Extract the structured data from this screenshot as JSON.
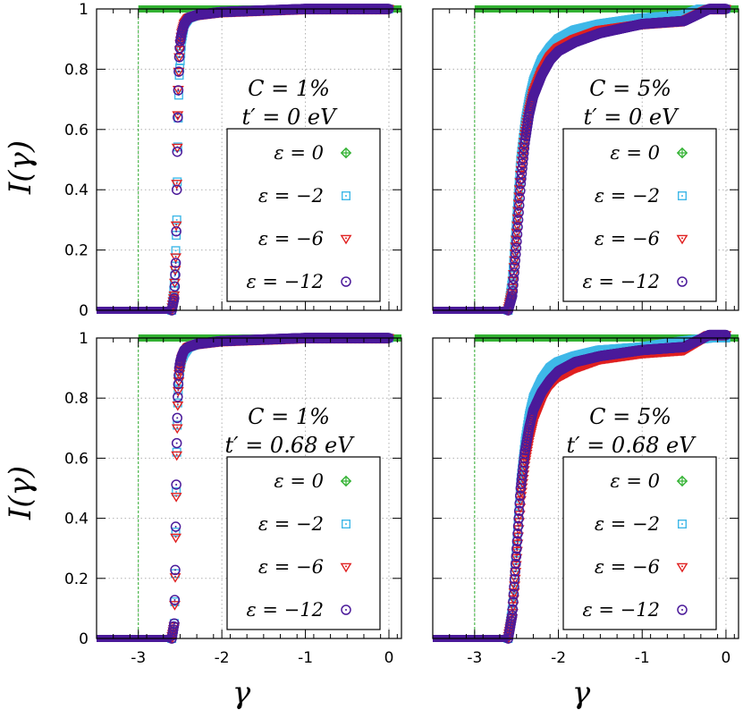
{
  "figure": {
    "ylabel": "I(γ)",
    "xlabel": "γ"
  },
  "legend": {
    "entries": [
      {
        "label": "ε = 0",
        "marker": "diamond-plus",
        "color": "#33b233"
      },
      {
        "label": "ε = −2",
        "marker": "square-dot",
        "color": "#3fb8e8"
      },
      {
        "label": "ε = −6",
        "marker": "triangle-down-dot",
        "color": "#e02020"
      },
      {
        "label": "ε = −12",
        "marker": "circle-dot",
        "color": "#4b1a9a"
      }
    ]
  },
  "chart_data": [
    {
      "type": "scatter",
      "panel": "top-left",
      "annotation": [
        "C = 1%",
        "t′ = 0 eV"
      ],
      "xlim": [
        -3.5,
        0.15
      ],
      "ylim": [
        0,
        1
      ],
      "xticks": [
        -3,
        -2,
        -1,
        0
      ],
      "xtick_labels_shown": false,
      "yticks": [
        0,
        0.2,
        0.4,
        0.6,
        0.8,
        1
      ],
      "ytick_labels": [
        "0",
        "0.2",
        "0.4",
        "0.6",
        "0.8",
        "1"
      ],
      "grid": true,
      "legend_position": "lower-right",
      "series": [
        {
          "name": "ε = 0",
          "x": [
            -3.0,
            -2.9,
            -2.5,
            -2.0,
            -1.5,
            -1.0,
            -0.5,
            0.0
          ],
          "y": [
            1,
            1,
            1,
            1,
            1,
            1,
            1,
            1
          ]
        },
        {
          "name": "ε = −2",
          "x": [
            -2.6,
            -2.58,
            -2.56,
            -2.54,
            -2.53,
            -2.52,
            -2.51,
            -2.5,
            -2.48,
            -2.45,
            -2.4,
            -2.3,
            -2.0,
            -1.0,
            0.0
          ],
          "y": [
            0.0,
            0.05,
            0.13,
            0.3,
            0.51,
            0.67,
            0.78,
            0.82,
            0.9,
            0.95,
            0.97,
            0.98,
            0.99,
            1.0,
            1.0
          ]
        },
        {
          "name": "ε = −6",
          "x": [
            -2.6,
            -2.57,
            -2.55,
            -2.54,
            -2.53,
            -2.52,
            -2.51,
            -2.5,
            -2.48,
            -2.45,
            -2.4,
            -2.3,
            -2.0,
            -1.0,
            0.0
          ],
          "y": [
            0.0,
            0.05,
            0.19,
            0.42,
            0.62,
            0.76,
            0.84,
            0.88,
            0.92,
            0.95,
            0.97,
            0.98,
            0.99,
            1.0,
            1.0
          ]
        },
        {
          "name": "ε = −12",
          "x": [
            -2.6,
            -2.57,
            -2.55,
            -2.54,
            -2.53,
            -2.52,
            -2.51,
            -2.5,
            -2.48,
            -2.45,
            -2.4,
            -2.3,
            -2.0,
            -1.0,
            0.0
          ],
          "y": [
            0.0,
            0.04,
            0.17,
            0.4,
            0.61,
            0.76,
            0.84,
            0.89,
            0.92,
            0.95,
            0.97,
            0.98,
            0.99,
            1.0,
            1.0
          ]
        }
      ]
    },
    {
      "type": "scatter",
      "panel": "top-right",
      "annotation": [
        "C = 5%",
        "t′ = 0 eV"
      ],
      "xlim": [
        -3.5,
        0.15
      ],
      "ylim": [
        0,
        1
      ],
      "xticks": [
        -3,
        -2,
        -1,
        0
      ],
      "xtick_labels_shown": false,
      "yticks": [
        0,
        0.2,
        0.4,
        0.6,
        0.8,
        1
      ],
      "ytick_labels_shown": false,
      "grid": true,
      "legend_position": "lower-right",
      "series": [
        {
          "name": "ε = 0",
          "x": [
            -3.0,
            -2.9,
            -2.5,
            -2.0,
            -1.5,
            -1.0,
            -0.5,
            0.0
          ],
          "y": [
            1,
            1,
            1,
            1,
            1,
            1,
            1,
            1
          ]
        },
        {
          "name": "ε = −2",
          "x": [
            -2.6,
            -2.55,
            -2.5,
            -2.45,
            -2.4,
            -2.35,
            -2.3,
            -2.2,
            -2.1,
            -2.0,
            -1.8,
            -1.5,
            -1.0,
            -0.5,
            -0.3,
            0.0
          ],
          "y": [
            0.0,
            0.1,
            0.3,
            0.5,
            0.62,
            0.7,
            0.76,
            0.83,
            0.87,
            0.9,
            0.93,
            0.95,
            0.97,
            0.98,
            1.0,
            1.0
          ]
        },
        {
          "name": "ε = −6",
          "x": [
            -2.6,
            -2.55,
            -2.5,
            -2.45,
            -2.4,
            -2.35,
            -2.3,
            -2.2,
            -2.1,
            -2.0,
            -1.8,
            -1.5,
            -1.0,
            -0.5,
            -0.2,
            0.0
          ],
          "y": [
            0.0,
            0.06,
            0.25,
            0.45,
            0.58,
            0.66,
            0.72,
            0.79,
            0.84,
            0.87,
            0.9,
            0.93,
            0.95,
            0.96,
            1.0,
            1.0
          ]
        },
        {
          "name": "ε = −12",
          "x": [
            -2.6,
            -2.55,
            -2.5,
            -2.45,
            -2.4,
            -2.35,
            -2.3,
            -2.2,
            -2.1,
            -2.0,
            -1.8,
            -1.5,
            -1.0,
            -0.5,
            -0.2,
            0.0
          ],
          "y": [
            0.0,
            0.05,
            0.22,
            0.42,
            0.56,
            0.65,
            0.71,
            0.78,
            0.83,
            0.86,
            0.89,
            0.92,
            0.95,
            0.96,
            1.0,
            1.0
          ]
        }
      ]
    },
    {
      "type": "scatter",
      "panel": "bottom-left",
      "annotation": [
        "C = 1%",
        "t′ = 0.68 eV"
      ],
      "xlim": [
        -3.5,
        0.15
      ],
      "ylim": [
        0,
        1
      ],
      "xticks": [
        -3,
        -2,
        -1,
        0
      ],
      "xtick_labels": [
        "-3",
        "-2",
        "-1",
        "0"
      ],
      "yticks": [
        0,
        0.2,
        0.4,
        0.6,
        0.8,
        1
      ],
      "ytick_labels": [
        "0",
        "0.2",
        "0.4",
        "0.6",
        "0.8",
        "1"
      ],
      "grid": true,
      "legend_position": "lower-right",
      "series": [
        {
          "name": "ε = 0",
          "x": [
            -3.0,
            -2.9,
            -2.5,
            -2.0,
            -1.5,
            -1.0,
            -0.5,
            0.0
          ],
          "y": [
            1,
            1,
            1,
            1,
            1,
            1,
            1,
            1
          ]
        },
        {
          "name": "ε = −2",
          "x": [
            -2.6,
            -2.57,
            -2.56,
            -2.55,
            -2.54,
            -2.53,
            -2.52,
            -2.51,
            -2.5,
            -2.48,
            -2.45,
            -2.4,
            -2.3,
            -2.0,
            -1.0,
            0.0
          ],
          "y": [
            0.0,
            0.05,
            0.17,
            0.4,
            0.62,
            0.77,
            0.84,
            0.88,
            0.9,
            0.93,
            0.95,
            0.97,
            0.98,
            0.99,
            1.0,
            1.0
          ]
        },
        {
          "name": "ε = −6",
          "x": [
            -2.6,
            -2.57,
            -2.56,
            -2.55,
            -2.54,
            -2.53,
            -2.52,
            -2.51,
            -2.5,
            -2.48,
            -2.45,
            -2.4,
            -2.3,
            -2.0,
            -1.0,
            0.0
          ],
          "y": [
            0.0,
            0.04,
            0.16,
            0.38,
            0.61,
            0.76,
            0.84,
            0.88,
            0.9,
            0.93,
            0.95,
            0.97,
            0.98,
            0.99,
            1.0,
            1.0
          ]
        },
        {
          "name": "ε = −12",
          "x": [
            -2.6,
            -2.57,
            -2.56,
            -2.55,
            -2.54,
            -2.53,
            -2.52,
            -2.51,
            -2.5,
            -2.48,
            -2.45,
            -2.4,
            -2.3,
            -2.0,
            -1.0,
            0.0
          ],
          "y": [
            0.0,
            0.05,
            0.18,
            0.42,
            0.65,
            0.79,
            0.86,
            0.9,
            0.92,
            0.94,
            0.96,
            0.97,
            0.98,
            0.99,
            1.0,
            1.0
          ]
        }
      ]
    },
    {
      "type": "scatter",
      "panel": "bottom-right",
      "annotation": [
        "C = 5%",
        "t′ = 0.68 eV"
      ],
      "xlim": [
        -3.5,
        0.15
      ],
      "ylim": [
        0,
        1
      ],
      "xticks": [
        -3,
        -2,
        -1,
        0
      ],
      "xtick_labels": [
        "-3",
        "-2",
        "-1",
        "0"
      ],
      "yticks": [
        0,
        0.2,
        0.4,
        0.6,
        0.8,
        1
      ],
      "ytick_labels_shown": false,
      "grid": true,
      "legend_position": "lower-right",
      "series": [
        {
          "name": "ε = 0",
          "x": [
            -3.0,
            -2.9,
            -2.5,
            -2.0,
            -1.5,
            -1.0,
            -0.5,
            0.0
          ],
          "y": [
            1,
            1,
            1,
            1,
            1,
            1,
            1,
            1
          ]
        },
        {
          "name": "ε = −2",
          "x": [
            -2.6,
            -2.55,
            -2.5,
            -2.45,
            -2.4,
            -2.35,
            -2.3,
            -2.2,
            -2.1,
            -2.0,
            -1.8,
            -1.5,
            -1.0,
            -0.5,
            -0.2,
            0.0
          ],
          "y": [
            0.0,
            0.1,
            0.3,
            0.52,
            0.65,
            0.74,
            0.8,
            0.86,
            0.9,
            0.92,
            0.94,
            0.96,
            0.97,
            0.99,
            1.0,
            1.0
          ]
        },
        {
          "name": "ε = −6",
          "x": [
            -2.6,
            -2.55,
            -2.5,
            -2.45,
            -2.4,
            -2.35,
            -2.3,
            -2.2,
            -2.1,
            -2.0,
            -1.8,
            -1.5,
            -1.0,
            -0.5,
            -0.2,
            0.0
          ],
          "y": [
            0.0,
            0.07,
            0.26,
            0.46,
            0.58,
            0.66,
            0.72,
            0.79,
            0.84,
            0.87,
            0.9,
            0.93,
            0.95,
            0.96,
            1.01,
            1.01
          ]
        },
        {
          "name": "ε = −12",
          "x": [
            -2.6,
            -2.55,
            -2.5,
            -2.45,
            -2.4,
            -2.35,
            -2.3,
            -2.2,
            -2.1,
            -2.0,
            -1.8,
            -1.5,
            -1.0,
            -0.5,
            -0.2,
            0.0
          ],
          "y": [
            0.0,
            0.08,
            0.29,
            0.5,
            0.62,
            0.7,
            0.76,
            0.82,
            0.86,
            0.89,
            0.92,
            0.94,
            0.96,
            0.97,
            1.01,
            1.01
          ]
        }
      ]
    }
  ]
}
